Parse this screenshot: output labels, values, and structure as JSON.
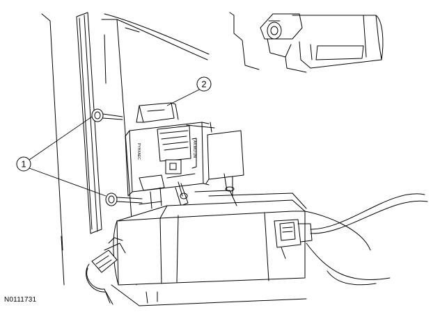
{
  "figure": {
    "id": "N0111731"
  },
  "callouts": [
    {
      "label": "1"
    },
    {
      "label": "2"
    }
  ],
  "module": {
    "side_text": "PYHXAEC",
    "connector_text": "AX MO ON"
  },
  "colors": {
    "line": "#000000",
    "leader": "#000000",
    "background": "#ffffff"
  }
}
